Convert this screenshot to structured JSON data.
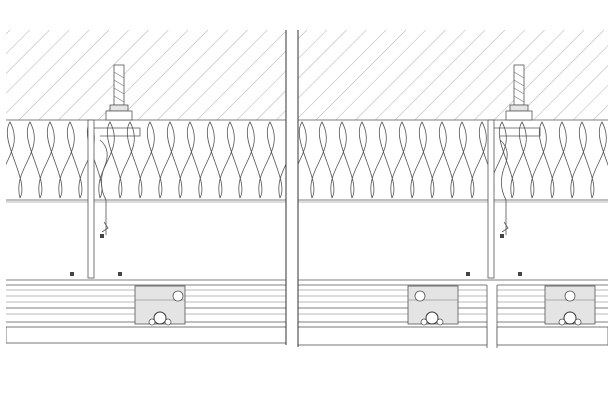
{
  "panels": [
    {
      "id": "left",
      "joint": "continuous"
    },
    {
      "id": "right",
      "joint": "gap"
    }
  ],
  "layers": [
    "concrete-wall",
    "insulation",
    "air-gap",
    "rail",
    "cladding"
  ],
  "colors": {
    "line": "#555555",
    "dark": "#333333",
    "fill": "#e4e4e4",
    "background": "#ffffff"
  }
}
